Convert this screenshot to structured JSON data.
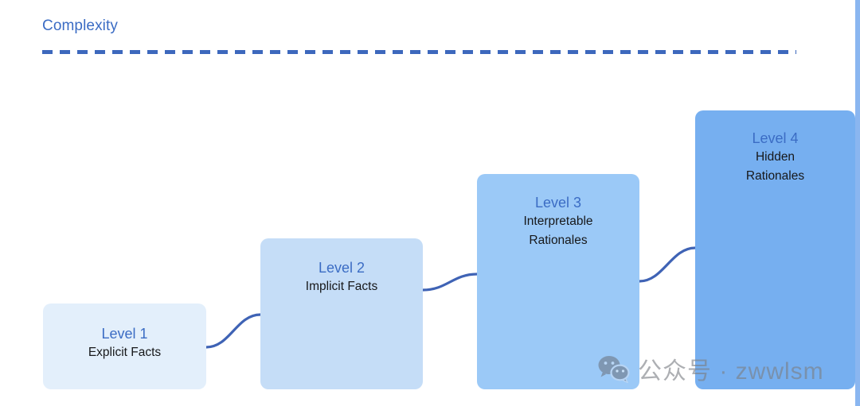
{
  "slide": {
    "axis": {
      "label": "Complexity",
      "label_color": "#3b6cc4",
      "dash_color": "#3d68bd"
    },
    "diagram": {
      "type": "staircase",
      "connector_color": "#3f63b5",
      "levels": [
        {
          "title": "Level 1",
          "desc_lines": [
            "Explicit Facts"
          ],
          "fill": "#e3effb",
          "title_color": "#3b6cc4",
          "desc_color": "#17181a"
        },
        {
          "title": "Level 2",
          "desc_lines": [
            "Implicit Facts"
          ],
          "fill": "#c5ddf7",
          "title_color": "#3b6cc4",
          "desc_color": "#17181a"
        },
        {
          "title": "Level 3",
          "desc_lines": [
            "Interpretable",
            "Rationales"
          ],
          "fill": "#9bc9f7",
          "title_color": "#2f62bd",
          "desc_color": "#17181a"
        },
        {
          "title": "Level 4",
          "desc_lines": [
            "Hidden",
            "Rationales"
          ],
          "fill": "#76aff0",
          "title_color": "#2f62bd",
          "desc_color": "#17181a"
        }
      ]
    },
    "watermark": {
      "icon": "wechat-icon",
      "text": "公众号 · zwwlsm"
    }
  }
}
